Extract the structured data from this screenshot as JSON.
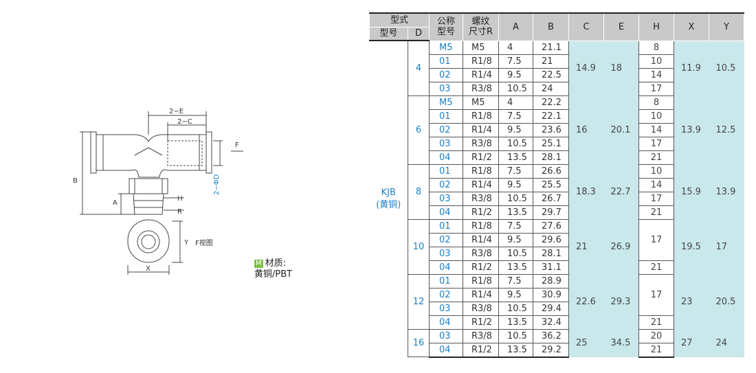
{
  "drawing": {
    "labels": {
      "two_e": "2−E",
      "two_c": "2−C",
      "f": "F",
      "b": "B",
      "two_phi_d": "2−ΦD",
      "a": "A",
      "h": "H",
      "r": "R",
      "y": "Y",
      "x": "X",
      "f_view": "F视图"
    }
  },
  "material": {
    "badge": "M",
    "label": "材质:",
    "value": "黄铜/PBT"
  },
  "table": {
    "headers": {
      "type_group": "型式",
      "model": "型号",
      "d": "D",
      "nominal_top": "公称",
      "nominal_bottom": "型号",
      "thread_top": "螺纹",
      "thread_bottom": "尺寸R",
      "a": "A",
      "b": "B",
      "c": "C",
      "e": "E",
      "h": "H",
      "x": "X",
      "y": "Y"
    },
    "series": {
      "name": "KJB",
      "material": "(黄铜)"
    },
    "groups": [
      {
        "d": "4",
        "c": "14.9",
        "e": "18",
        "x": "11.9",
        "y": "10.5",
        "rows": [
          {
            "code": "M5",
            "r": "M5",
            "a": "4",
            "b": "21.1",
            "h": "8"
          },
          {
            "code": "01",
            "r": "R1/8",
            "a": "7.5",
            "b": "21",
            "h": "10"
          },
          {
            "code": "02",
            "r": "R1/4",
            "a": "9.5",
            "b": "22.5",
            "h": "14"
          },
          {
            "code": "03",
            "r": "R3/8",
            "a": "10.5",
            "b": "24",
            "h": "17"
          }
        ]
      },
      {
        "d": "6",
        "c": "16",
        "e": "20.1",
        "x": "13.9",
        "y": "12.5",
        "rows": [
          {
            "code": "M5",
            "r": "M5",
            "a": "4",
            "b": "22.2",
            "h": "8"
          },
          {
            "code": "01",
            "r": "R1/8",
            "a": "7.5",
            "b": "22.1",
            "h": "10"
          },
          {
            "code": "02",
            "r": "R1/4",
            "a": "9.5",
            "b": "23.6",
            "h": "14"
          },
          {
            "code": "03",
            "r": "R3/8",
            "a": "10.5",
            "b": "25.1",
            "h": "17"
          },
          {
            "code": "04",
            "r": "R1/2",
            "a": "13.5",
            "b": "28.1",
            "h": "21"
          }
        ]
      },
      {
        "d": "8",
        "c": "18.3",
        "e": "22.7",
        "x": "15.9",
        "y": "13.9",
        "rows": [
          {
            "code": "01",
            "r": "R1/8",
            "a": "7.5",
            "b": "26.6",
            "h": "10"
          },
          {
            "code": "02",
            "r": "R1/4",
            "a": "9.5",
            "b": "25.5",
            "h": "14"
          },
          {
            "code": "03",
            "r": "R3/8",
            "a": "10.5",
            "b": "26.7",
            "h": "17"
          },
          {
            "code": "04",
            "r": "R1/2",
            "a": "13.5",
            "b": "29.7",
            "h": "21"
          }
        ]
      },
      {
        "d": "10",
        "c": "21",
        "e": "26.9",
        "x": "19.5",
        "y": "17",
        "h_merged": "17",
        "h_last": "21",
        "rows": [
          {
            "code": "01",
            "r": "R1/8",
            "a": "7.5",
            "b": "27.6"
          },
          {
            "code": "02",
            "r": "R1/4",
            "a": "9.5",
            "b": "29.6"
          },
          {
            "code": "03",
            "r": "R3/8",
            "a": "10.5",
            "b": "28.1"
          },
          {
            "code": "04",
            "r": "R1/2",
            "a": "13.5",
            "b": "31.1"
          }
        ]
      },
      {
        "d": "12",
        "c": "22.6",
        "e": "29.3",
        "x": "23",
        "y": "20.5",
        "h_merged": "17",
        "h_last": "21",
        "rows": [
          {
            "code": "01",
            "r": "R1/8",
            "a": "7.5",
            "b": "28.9"
          },
          {
            "code": "02",
            "r": "R1/4",
            "a": "9.5",
            "b": "30.9"
          },
          {
            "code": "03",
            "r": "R3/8",
            "a": "10.5",
            "b": "29.4"
          },
          {
            "code": "04",
            "r": "R1/2",
            "a": "13.5",
            "b": "32.4"
          }
        ]
      },
      {
        "d": "16",
        "c": "25",
        "e": "34.5",
        "x": "27",
        "y": "24",
        "rows": [
          {
            "code": "03",
            "r": "R3/8",
            "a": "10.5",
            "b": "36.2",
            "h": "20"
          },
          {
            "code": "04",
            "r": "R1/2",
            "a": "13.5",
            "b": "29.2",
            "h": "21"
          }
        ]
      }
    ]
  }
}
